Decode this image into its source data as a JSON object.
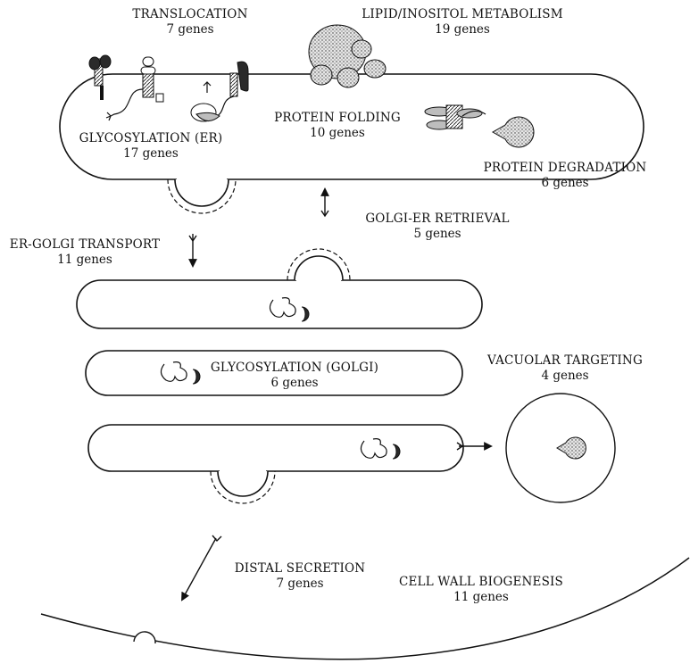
{
  "labels": {
    "translocation": {
      "title": "TRANSLOCATION",
      "count": "7 genes"
    },
    "lipid_inositol_metabolism": {
      "title": "LIPID/INOSITOL METABOLISM",
      "count": "19 genes"
    },
    "glycosylation_er": {
      "title": "GLYCOSYLATION (ER)",
      "count": "17 genes"
    },
    "protein_folding": {
      "title": "PROTEIN FOLDING",
      "count": "10 genes"
    },
    "protein_degradation": {
      "title": "PROTEIN DEGRADATION",
      "count": "6 genes"
    },
    "golgi_er_retrieval": {
      "title": "GOLGI-ER RETRIEVAL",
      "count": "5 genes"
    },
    "er_golgi_transport": {
      "title": "ER-GOLGI TRANSPORT",
      "count": "11 genes"
    },
    "glycosylation_golgi": {
      "title": "GLYCOSYLATION (GOLGI)",
      "count": "6 genes"
    },
    "vacuolar_targeting": {
      "title": "VACUOLAR TARGETING",
      "count": "4 genes"
    },
    "distal_secretion": {
      "title": "DISTAL SECRETION",
      "count": "7 genes"
    },
    "cell_wall_biogenesis": {
      "title": "CELL WALL BIOGENESIS",
      "count": "11 genes"
    }
  }
}
